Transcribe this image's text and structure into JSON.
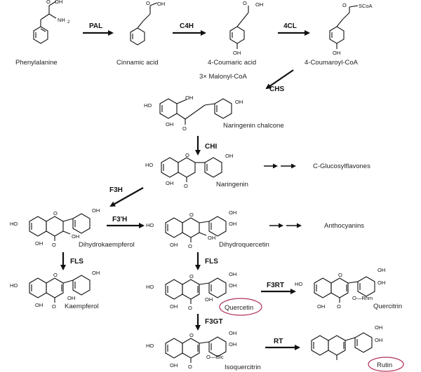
{
  "compounds": {
    "phenylalanine": "Phenylalanine",
    "cinnamic_acid": "Cinnamic acid",
    "coumaric_acid": "4-Coumaric acid",
    "coumaroyl_coa": "4-Coumaroyl-CoA",
    "malonyl_coa": "3× Malonyl-CoA",
    "naringenin_chalcone": "Naringenin chalcone",
    "naringenin": "Naringenin",
    "c_glucosylflavones": "C-Glucosylflavones",
    "dihydrokaempferol": "Dihydrokaempferol",
    "dihydroquercetin": "Dihydroquercetin",
    "anthocyanins": "Anthocyanins",
    "kaempferol": "Kaempferol",
    "quercetin": "Quercetin",
    "quercitrin": "Quercitrin",
    "isoquercitrin": "Isoquercitrin",
    "rutin": "Rutin"
  },
  "enzymes": {
    "pal": "PAL",
    "c4h": "C4H",
    "fourcl": "4CL",
    "chs": "CHS",
    "chi": "CHI",
    "f3h": "F3H",
    "f3prime_h": "F3'H",
    "fls_1": "FLS",
    "fls_2": "FLS",
    "f3rt": "F3RT",
    "f3gt": "F3GT",
    "rt": "RT"
  },
  "atoms": {
    "oh": "OH",
    "ho": "HO",
    "o": "O",
    "nh2": "NH",
    "nh2_sub": "2",
    "scoa": "SCoA",
    "o_rhm": "O—Rhm",
    "o_glc": "O—Glc"
  },
  "highlight_color": "#b0305a"
}
